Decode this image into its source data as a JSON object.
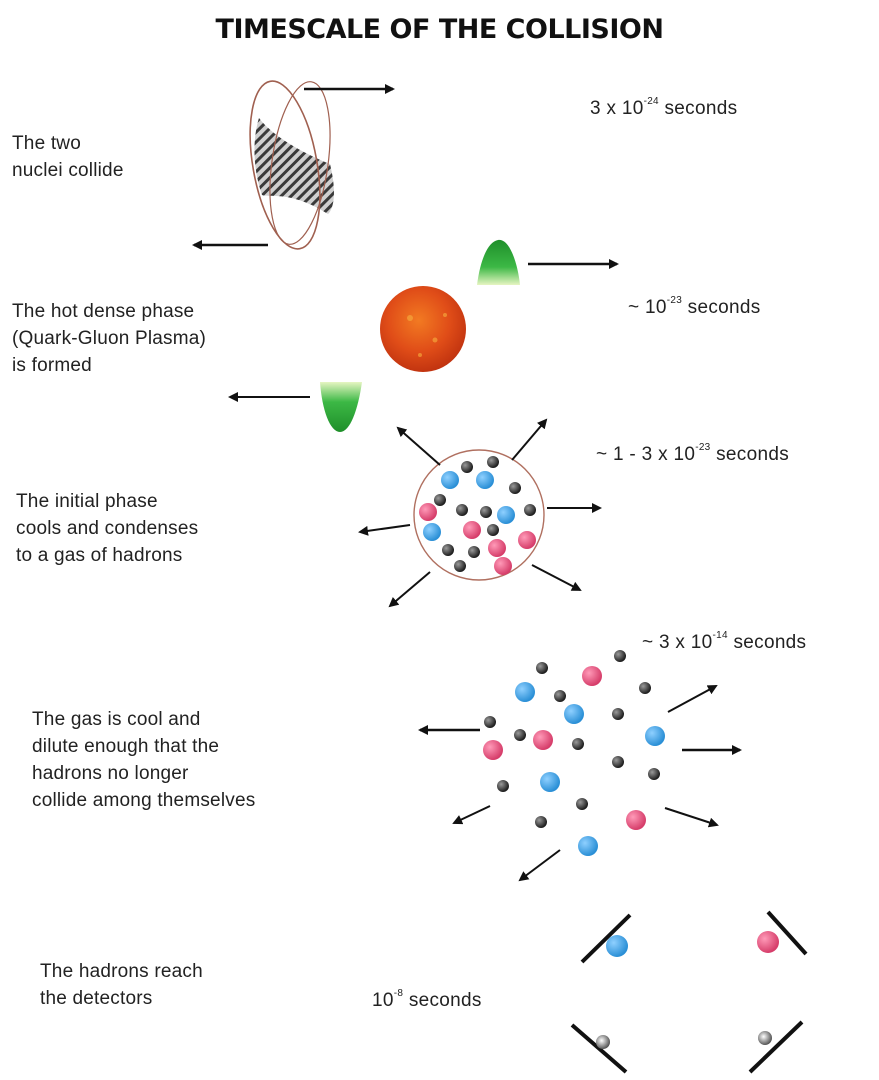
{
  "title": "TIMESCALE OF THE COLLISION",
  "stages": [
    {
      "description": "The two\nnuclei collide",
      "time": {
        "prefix": "3 x 10",
        "exponent": "-24",
        "suffix": " seconds"
      }
    },
    {
      "description": "The hot dense phase\n(Quark-Gluon Plasma)\nis formed",
      "time": {
        "prefix": "~ 10",
        "exponent": "-23",
        "suffix": " seconds"
      }
    },
    {
      "description": "The initial phase\ncools and condenses\nto a gas of hadrons",
      "time": {
        "prefix": "~ 1 - 3 x 10",
        "exponent": "-23",
        "suffix": " seconds"
      }
    },
    {
      "description": "The gas is cool and\ndilute enough that the\nhadrons no longer\ncollide among themselves",
      "time": {
        "prefix": "~ 3 x 10",
        "exponent": "-14",
        "suffix": " seconds"
      }
    },
    {
      "description": "The hadrons reach\nthe detectors",
      "time": {
        "prefix": "10",
        "exponent": "-8",
        "suffix": " seconds"
      }
    }
  ],
  "colors": {
    "blue_hadron": "#3a9fe0",
    "red_hadron": "#e0507a",
    "dark_hadron": "#2a2a2a",
    "plasma": "#e8501a",
    "green_nucleus": "#2ea836",
    "ring": "#a06050"
  }
}
